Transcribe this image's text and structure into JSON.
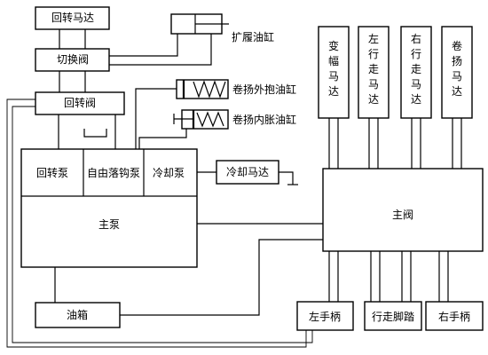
{
  "blocks": {
    "rotary_motor": "回转马达",
    "switch_valve": "切换阀",
    "rotary_valve": "回转阀",
    "rotary_pump": "回转泵",
    "free_fall_pump": "自由落钩泵",
    "cooling_pump": "冷却泵",
    "main_pump": "主泵",
    "oil_tank": "油箱",
    "cooling_motor": "冷却马达",
    "main_valve": "主阀",
    "luffing_motor": "变幅马达",
    "left_travel_motor": "左行走马达",
    "right_travel_motor": "右行走马达",
    "hoist_motor": "卷扬马达",
    "left_handle": "左手柄",
    "travel_pedal": "行走脚踏",
    "right_handle": "右手柄"
  },
  "cylinders": {
    "extend_cylinder": "扩履油缸",
    "hoist_outer_brake_cylinder": "卷扬外抱油缸",
    "hoist_inner_expand_cylinder": "卷扬内胀油缸"
  }
}
